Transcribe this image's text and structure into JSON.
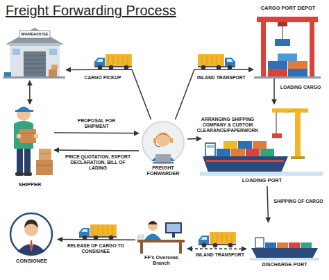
{
  "diagram": {
    "title": "Freight Forwarding Process",
    "nodes": [
      {
        "text": [
          "WAREHOUSE"
        ]
      },
      {
        "text": [
          "SHIPPER"
        ]
      },
      {
        "text": [
          "FREIGHT FORWARDER"
        ]
      },
      {
        "text": [
          "CARGO PORT DEPOT"
        ]
      },
      {
        "text": [
          "LOADING PORT"
        ]
      },
      {
        "text": [
          "DISCHARGE PORT"
        ]
      },
      {
        "text": [
          "FF's Overseas Branch"
        ]
      },
      {
        "text": [
          "CONSIGNEE"
        ]
      }
    ],
    "edges": [
      {
        "from": 0,
        "to": 1,
        "arrow": "both"
      },
      {
        "from": 2,
        "to": 0,
        "label": "CARGO PICKUP",
        "arrow": "to"
      },
      {
        "from": 2,
        "to": 3,
        "label": "INLAND TRANSPORT",
        "arrow": "to"
      },
      {
        "from": 1,
        "to": 2,
        "label": "PROPOSAL FOR SHIPMENT",
        "arrow": "to"
      },
      {
        "from": 2,
        "to": 1,
        "label": "PRICE QUOTATION, EXPORT DECLARATION, BILL OF LADING",
        "arrow": "to"
      },
      {
        "from": 2,
        "to": 4,
        "label": "ARRANGING SHIPPING COMPANY & CUSTOM CLEARANCE/PAPERWORK",
        "arrow": "to"
      },
      {
        "from": 3,
        "to": 4,
        "label": "LOADING CARGO",
        "arrow": "to"
      },
      {
        "from": 4,
        "to": 5,
        "label": "SHIPPING OF CARGO",
        "arrow": "to"
      },
      {
        "from": 5,
        "to": 6,
        "label": "INLAND TRANSPORT",
        "arrow": "both"
      },
      {
        "from": 6,
        "to": 7,
        "label": "RELEASE OF CARGO TO CONSIGNEE",
        "arrow": "to"
      }
    ]
  }
}
